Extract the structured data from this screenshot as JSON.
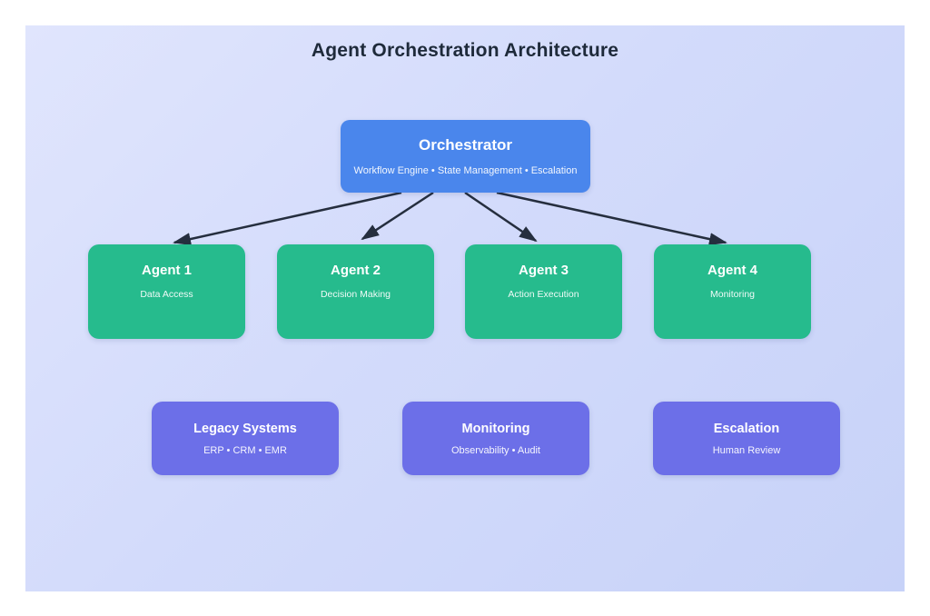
{
  "title": "Agent Orchestration Architecture",
  "colors": {
    "canvas_gradient_start": "#e0e5fd",
    "canvas_gradient_end": "#c7d2f8",
    "orchestrator_fill": "#4a86ec",
    "agent_fill": "#26bb8d",
    "system_fill": "#6c6fe8",
    "arrow": "#252e3e",
    "title_text": "#1e2a3a",
    "node_text": "#ffffff"
  },
  "orchestrator": {
    "title": "Orchestrator",
    "subtitle": "Workflow Engine • State Management • Escalation"
  },
  "agents": [
    {
      "title": "Agent 1",
      "subtitle": "Data Access"
    },
    {
      "title": "Agent 2",
      "subtitle": "Decision Making"
    },
    {
      "title": "Agent 3",
      "subtitle": "Action Execution"
    },
    {
      "title": "Agent 4",
      "subtitle": "Monitoring"
    }
  ],
  "systems": [
    {
      "title": "Legacy Systems",
      "subtitle": "ERP • CRM • EMR"
    },
    {
      "title": "Monitoring",
      "subtitle": "Observability • Audit"
    },
    {
      "title": "Escalation",
      "subtitle": "Human Review"
    }
  ]
}
